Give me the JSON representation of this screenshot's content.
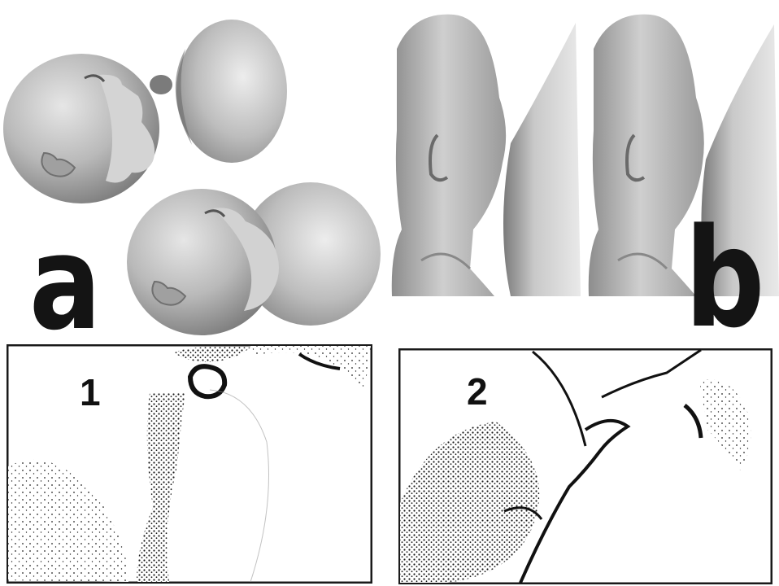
{
  "figure": {
    "panels": [
      {
        "id": "a",
        "label": "a"
      },
      {
        "id": "b",
        "label": "b"
      },
      {
        "id": "photo1",
        "label": "1"
      },
      {
        "id": "photo2",
        "label": "2"
      }
    ]
  }
}
